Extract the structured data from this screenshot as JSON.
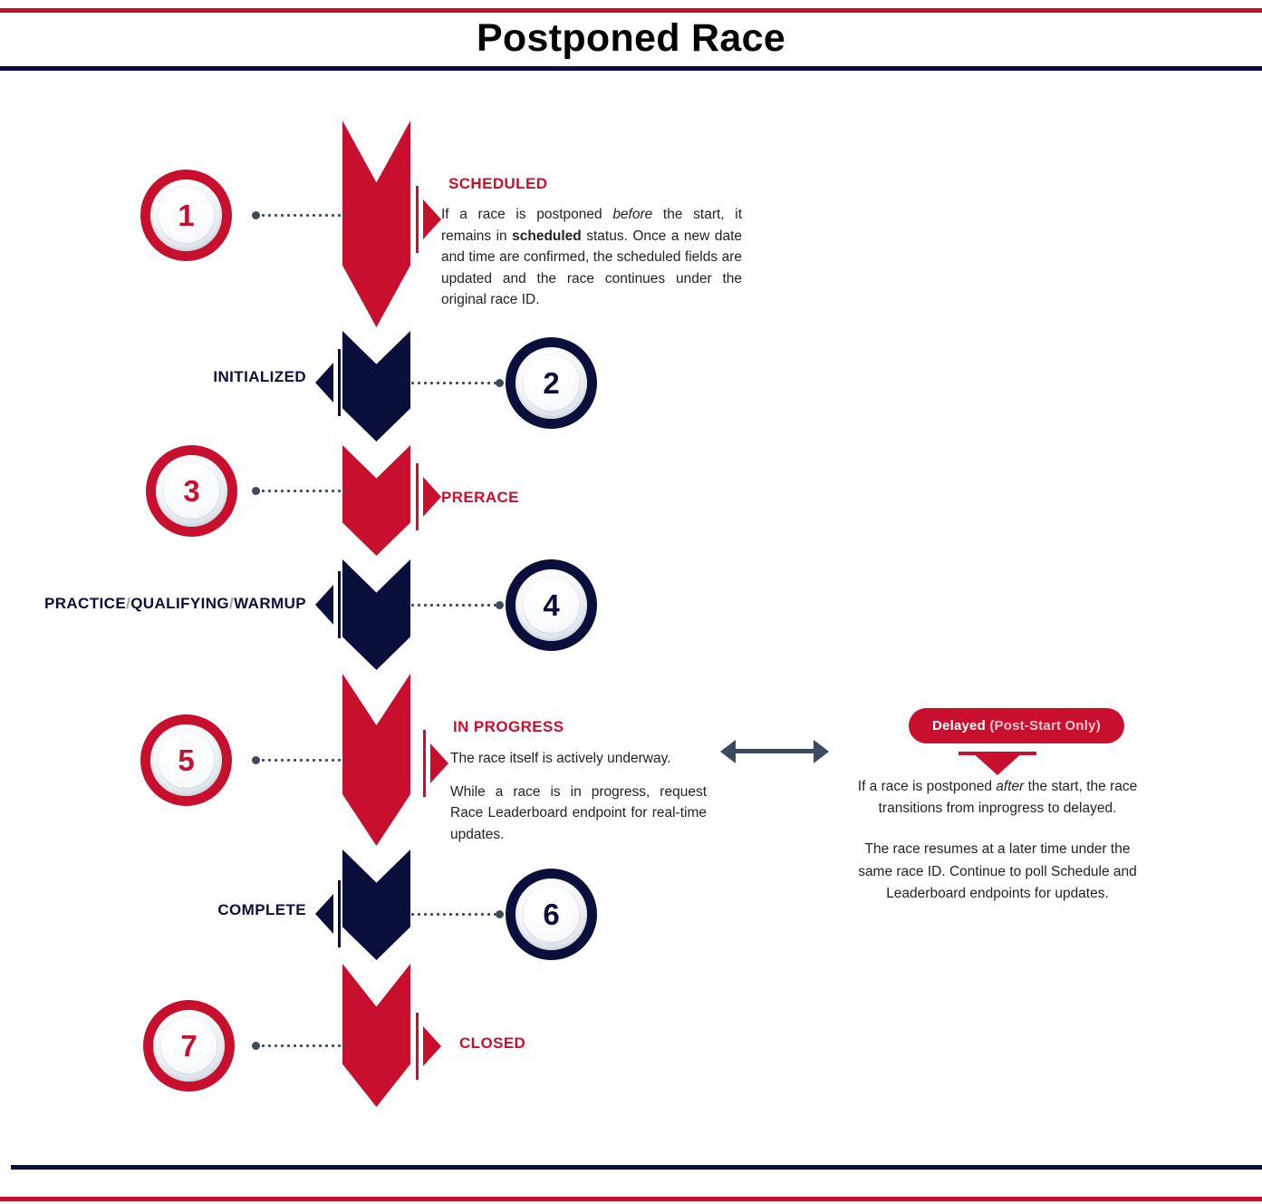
{
  "page": {
    "title": "Postponed Race"
  },
  "colors": {
    "red": "#c8102e",
    "navy": "#0a0f3c",
    "slate": "#3b4a5c",
    "body_text": "#232323"
  },
  "steps": [
    {
      "number": "1",
      "tone": "red",
      "side": "left",
      "stage": "SCHEDULED"
    },
    {
      "number": "2",
      "tone": "navy",
      "side": "right",
      "stage": "INITIALIZED"
    },
    {
      "number": "3",
      "tone": "red",
      "side": "left",
      "stage": "PRERACE"
    },
    {
      "number": "4",
      "tone": "navy",
      "side": "right",
      "stage": "PRACTICE / QUALIFYING / WARMUP"
    },
    {
      "number": "5",
      "tone": "red",
      "side": "left",
      "stage": "IN PROGRESS"
    },
    {
      "number": "6",
      "tone": "navy",
      "side": "right",
      "stage": "COMPLETE"
    },
    {
      "number": "7",
      "tone": "red",
      "side": "left",
      "stage": "CLOSED"
    }
  ],
  "stage_labels": {
    "scheduled": "SCHEDULED",
    "initialized": "INITIALIZED",
    "prerace": "PRERACE",
    "practice": "PRACTICE",
    "qualifying": "QUALIFYING",
    "warmup": "WARMUP",
    "separator": "/",
    "in_progress": "IN PROGRESS",
    "complete": "COMPLETE",
    "closed": "CLOSED"
  },
  "scheduled_copy": {
    "seg1": "If a race is postponed ",
    "em1": "before",
    "seg2": " the start, it remains in ",
    "strong1": "scheduled",
    "seg3": " status. Once a new date and time are confirmed, the scheduled fields are updated and the race continues under the original race ID."
  },
  "in_progress_copy": {
    "para1": "The race itself is actively underway.",
    "para2": "While a race is in progress, request Race Leaderboard endpoint for real-time updates."
  },
  "delayed_panel": {
    "badge_main": "Delayed ",
    "badge_paren": "(Post-Start Only)",
    "para1_seg1": "If a race is postponed ",
    "para1_em": "after",
    "para1_seg2": " the start, the race transitions from inprogress to delayed.",
    "para2": "The race resumes at a later time under the same race ID. Continue to poll Schedule and Leaderboard endpoints for updates."
  },
  "numbers": {
    "one": "1",
    "two": "2",
    "three": "3",
    "four": "4",
    "five": "5",
    "six": "6",
    "seven": "7"
  }
}
